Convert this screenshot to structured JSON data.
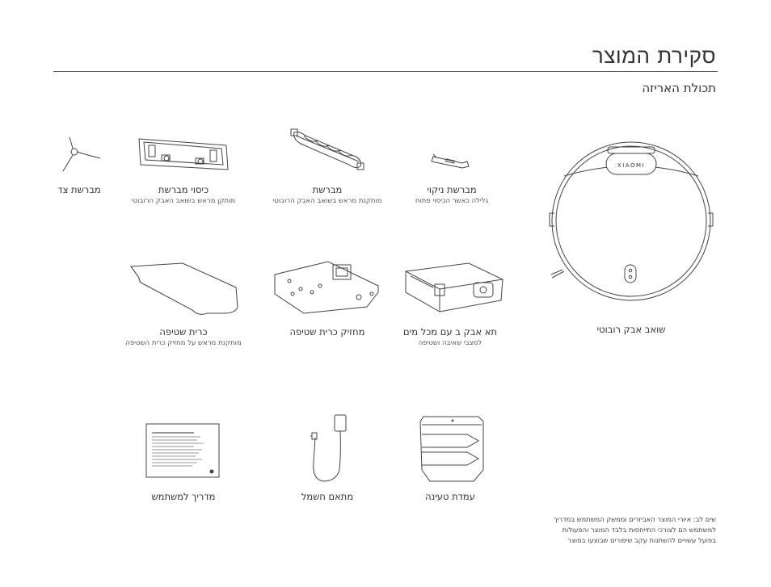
{
  "page": {
    "title": "סקירת המוצר",
    "subtitle": "תכולת האריזה"
  },
  "items": [
    {
      "id": "robot",
      "name": "שואב אבק רובוטי",
      "desc": "",
      "icon": "robot-vacuum-icon"
    },
    {
      "id": "cleaning_tool",
      "name": "מברשת ניקוי",
      "desc": "גלילה כאשר הכיסוי פתוח",
      "icon": "cleaning-tool-icon"
    },
    {
      "id": "main_brush",
      "name": "מברשת",
      "desc": "מותקנת מראש בשואב האבק הרובוטי",
      "icon": "main-brush-icon"
    },
    {
      "id": "brush_cover",
      "name": "כיסוי מברשת",
      "desc": "מותקן מראש בשואב האבק הרובוטי",
      "icon": "brush-cover-icon"
    },
    {
      "id": "side_brush",
      "name": "מברשת צד",
      "desc": "",
      "icon": "side-brush-icon"
    },
    {
      "id": "dust_bin",
      "name": "תא אבק ב עם מכל מים",
      "desc": "למצבי שאיבה ושטיפה",
      "icon": "dust-bin-water-tank-icon"
    },
    {
      "id": "mop_holder",
      "name": "מחזיק כרית שטיפה",
      "desc": "",
      "icon": "mop-holder-icon"
    },
    {
      "id": "mop_pad",
      "name": "כרית שטיפה",
      "desc": "מותקנת מראש על מחזיק כרית השטיפה",
      "icon": "mop-pad-icon"
    },
    {
      "id": "dock",
      "name": "עמדת טעינה",
      "desc": "",
      "icon": "charging-dock-icon"
    },
    {
      "id": "adapter",
      "name": "מתאם חשמל",
      "desc": "",
      "icon": "power-adapter-icon"
    },
    {
      "id": "manual",
      "name": "מדריך למשתמש",
      "desc": "",
      "icon": "user-manual-icon"
    }
  ],
  "robot_logo": "XIAOMI",
  "note": [
    "שים לב: איורי המוצר האביזרים וממשק המשתמש במדריך",
    "למשתמש הם לצורכי התייחסות בלבד המוצר והפעולות",
    "בפועל עשויים להשתנות עקב שיפורים שבוצעו במוצר"
  ]
}
